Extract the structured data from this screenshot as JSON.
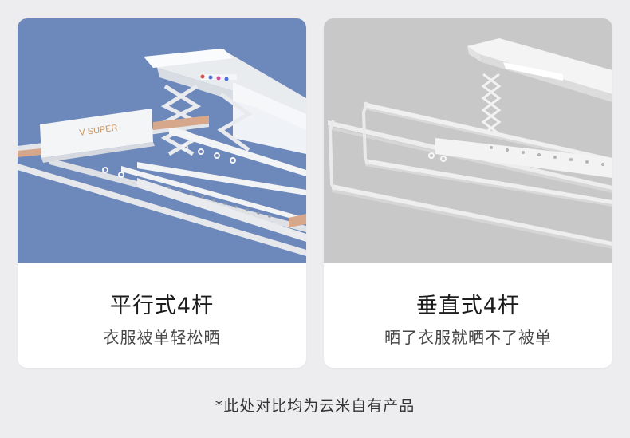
{
  "cards": [
    {
      "title": "平行式4杆",
      "subtitle": "衣服被单轻松晒",
      "image_background": "#6d88bb",
      "brand_text": "SUPER"
    },
    {
      "title": "垂直式4杆",
      "subtitle": "晒了衣服就晒不了被单",
      "image_background": "#c8c8c8"
    }
  ],
  "footnote": "*此处对比均为云米自有产品"
}
